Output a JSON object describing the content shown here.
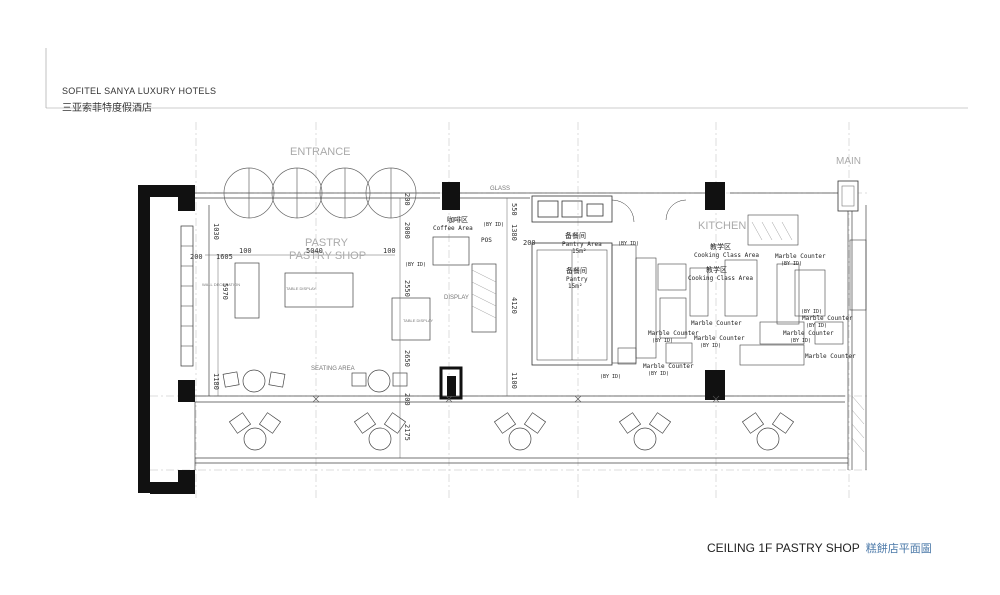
{
  "header": {
    "hotel_name_en": "SOFITEL SANYA LUXURY HOTELS",
    "hotel_name_zh": "三亚索菲特度假酒店"
  },
  "footer": {
    "title_en": "CEILING 1F PASTRY SHOP",
    "title_zh": "糕餅店平面圖"
  },
  "plan_labels": {
    "entrance": "ENTRANCE",
    "main": "MAIN",
    "glass": "GLASS",
    "pastry": "PASTRY",
    "pastry_shop": "PASTRY SHOP",
    "kitchen": "KITCHEN",
    "seating_area": "SEATING AREA",
    "display": "DISPLAY",
    "table_display_1": "TABLE DISPLAY",
    "table_display_2": "TABLE DISPLAY",
    "wall_decoration": "WALL DECORATION",
    "coffee_zh": "咖啡区",
    "coffee_area": "Coffee Area",
    "pos": "POS",
    "pantry_zh_1": "备餐间",
    "pantry_area": "Pantry Area",
    "pantry_zh_2": "备餐间",
    "pantry_15": "Pantry",
    "pantry_15m": "15m²",
    "pantry_15_top": "15m²",
    "teaching_zh_1": "教学区",
    "cooking_class_1": "Cooking Class Area",
    "teaching_zh_2": "教学区",
    "cooking_class_2": "Cooking Class Area",
    "marble_counter": "Marble Counter",
    "by_id": "(BY ID)"
  },
  "dimensions": {
    "d1030": "1030",
    "d2000": "2000",
    "d1605": "1605",
    "d100a": "100",
    "d200a": "200",
    "d5040": "5040",
    "d100b": "100",
    "d5970": "5970",
    "d2550": "2550",
    "d2650": "2650",
    "d1180": "1180",
    "d200b": "200",
    "d2175": "2175",
    "d550": "550",
    "d1380": "1380",
    "d4120": "4120",
    "d1100": "1100",
    "d200c": "200",
    "d200d": "200"
  }
}
